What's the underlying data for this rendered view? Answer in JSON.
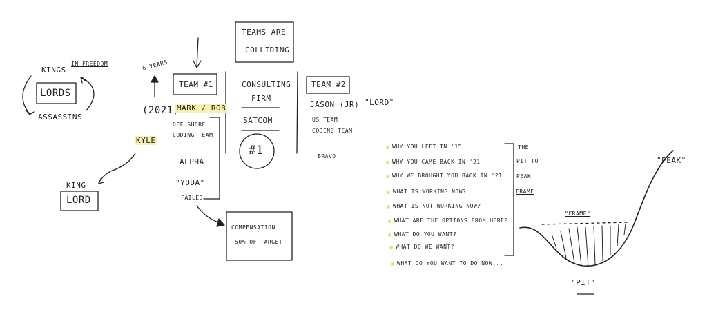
{
  "left_cluster": {
    "kings": "KINGS",
    "in_freedom": "IN FREEDOM",
    "lords": "LORDS",
    "assassins": "ASSASSINS",
    "king": "KING",
    "lord": "LORD"
  },
  "team1": {
    "arrow_label": "6 YEARS",
    "title": "TEAM #1",
    "year": "(2021)",
    "members": "MARK / ROB",
    "kyle": "KYLE",
    "offshore_1": "OFF SHORE",
    "offshore_2": "CODING TEAM",
    "alpha": "ALPHA",
    "yoda": "\"YODA\"",
    "failed": "FAILED"
  },
  "compensation": {
    "line1": "COMPENSATION",
    "line2": "50% OF TARGET"
  },
  "center": {
    "headline_1": "TEAMS ARE",
    "headline_2": "COLLIDING",
    "consulting_1": "CONSULTING",
    "consulting_2": "FIRM",
    "satcom": "SATCOM",
    "number_one": "#1"
  },
  "team2": {
    "title": "TEAM #2",
    "jason": "JASON (JR)",
    "lord_tag": "\"LORD\"",
    "us_team_1": "US TEAM",
    "us_team_2": "CODING TEAM",
    "bravo": "BRAVO"
  },
  "questions": [
    "WHY YOU LEFT IN '15",
    "WHY YOU CAME BACK IN '21",
    "WHY WE BROUGHT YOU BACK IN '21",
    "WHAT IS WORKING NOW?",
    "WHAT IS NOT WORKING NOW?",
    "WHAT ARE THE OPTIONS FROM HERE?",
    "WHAT DO YOU WANT?",
    "WHAT DO WE WANT?",
    "WHAT DO YOU WANT TO DO NOW..."
  ],
  "pit_to_peak": [
    "THE",
    "PIT TO",
    "PEAK",
    "FRAME"
  ],
  "curve": {
    "frame": "\"FRAME\"",
    "peak": "\"PEAK\"",
    "pit": "\"PIT\""
  },
  "colors": {
    "ink": "#222222",
    "highlight": "#f8f1b0",
    "bullet": "#f2dd74"
  }
}
